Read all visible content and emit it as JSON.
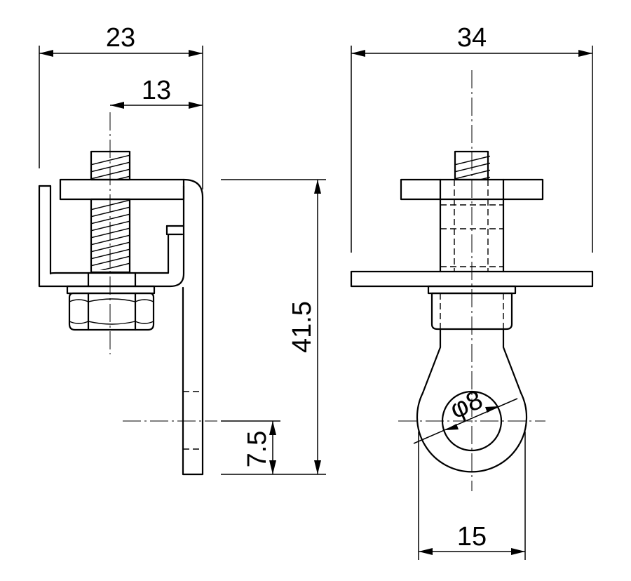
{
  "diagram": {
    "views": [
      "side-view",
      "front-view"
    ],
    "dimensions": {
      "side_overall_width": "23",
      "side_bolt_offset": "13",
      "overall_height": "41.5",
      "hole_height": "7.5",
      "front_overall_width": "34",
      "hole_diameter": "φ8",
      "lug_width": "15"
    }
  }
}
